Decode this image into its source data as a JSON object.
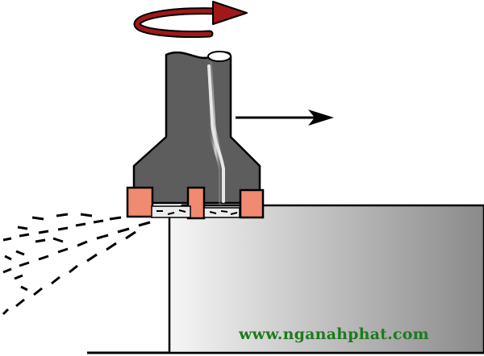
{
  "diagram": {
    "subject": "face milling cutter removing chips from a workpiece",
    "elements": {
      "rotation_arrow": "rotation-arrow-icon",
      "feed_arrow": "feed-direction-arrow-icon",
      "cutter": "milling-cutter",
      "inserts": "cutting-insert",
      "workpiece": "workpiece-block",
      "chips": "chip-fragment"
    },
    "colors": {
      "rotation_arrow": "#a01818",
      "cutter_body": "#5d5d5d",
      "cutter_highlight": "#d8d8d8",
      "insert": "#f08a70",
      "workpiece_dark": "#8a8a8a",
      "workpiece_light": "#f6f6f6",
      "outline": "#000000"
    }
  },
  "watermark": {
    "text": "www.nganahphat.com",
    "color": "#1e7a1e"
  }
}
